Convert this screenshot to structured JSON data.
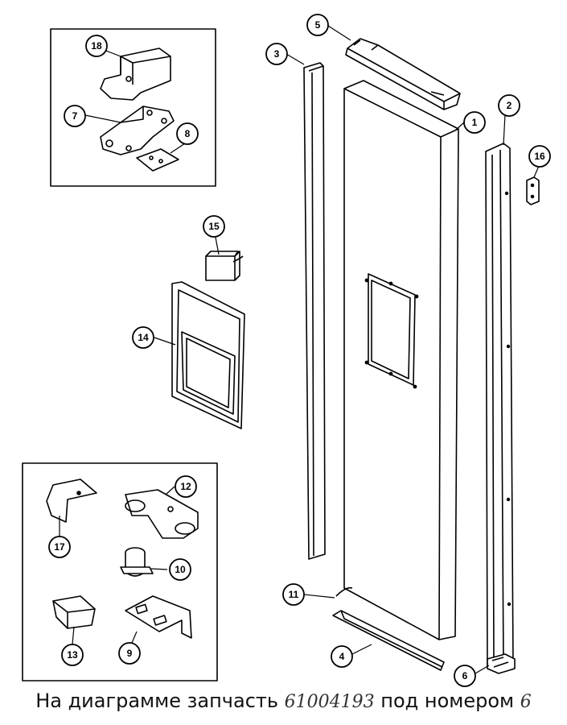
{
  "callouts": [
    {
      "id": "callout-1",
      "label": "1"
    },
    {
      "id": "callout-2",
      "label": "2"
    },
    {
      "id": "callout-3",
      "label": "3"
    },
    {
      "id": "callout-4",
      "label": "4"
    },
    {
      "id": "callout-5",
      "label": "5"
    },
    {
      "id": "callout-6",
      "label": "6"
    },
    {
      "id": "callout-7",
      "label": "7"
    },
    {
      "id": "callout-8",
      "label": "8"
    },
    {
      "id": "callout-9",
      "label": "9"
    },
    {
      "id": "callout-10",
      "label": "10"
    },
    {
      "id": "callout-11",
      "label": "11"
    },
    {
      "id": "callout-12",
      "label": "12"
    },
    {
      "id": "callout-13",
      "label": "13"
    },
    {
      "id": "callout-14",
      "label": "14"
    },
    {
      "id": "callout-15",
      "label": "15"
    },
    {
      "id": "callout-16",
      "label": "16"
    },
    {
      "id": "callout-17",
      "label": "17"
    },
    {
      "id": "callout-18",
      "label": "18"
    }
  ],
  "caption": {
    "prefix": "На диаграмме запчасть",
    "part_number": "61004193",
    "middle": "под номером",
    "position": "6"
  }
}
